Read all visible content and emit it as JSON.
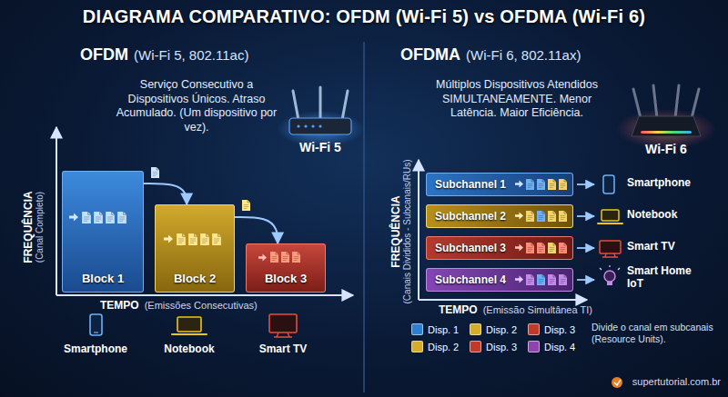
{
  "diagram": {
    "title": "DIAGRAMA COMPARATIVO: OFDM (Wi-Fi 5) vs OFDMA (Wi-Fi 6)",
    "nodes": [
      {
        "text": [
          "Block 1"
        ]
      },
      {
        "text": [
          "Block 2"
        ]
      },
      {
        "text": [
          "Block 3"
        ]
      },
      {
        "text": [
          "Subchannel 1"
        ]
      },
      {
        "text": [
          "Subchannel 2"
        ]
      },
      {
        "text": [
          "Subchannel 3"
        ]
      },
      {
        "text": [
          "Subchannel 4"
        ]
      }
    ],
    "edges": [
      {
        "from": 0,
        "to": 1,
        "arrow": "to"
      },
      {
        "from": 1,
        "to": 2,
        "arrow": "to"
      }
    ],
    "labels": [
      "OFDM",
      "(Wi-Fi 5, 802.11ac)",
      "Serviço Consecutivo a Dispositivos Únicos. Atraso Acumulado. (Um dispositivo por vez).",
      "Wi-Fi 5",
      "FREQUÊNCIA",
      "(Canal Completo)",
      "TEMPO",
      "(Emissões Consecutivas)",
      "Smartphone",
      "Notebook",
      "Smart TV",
      "OFDMA",
      "(Wi-Fi 6, 802.11ax)",
      "Múltiplos Dispositivos Atendidos SIMULTANEAMENTE. Menor Latência. Maior Eficiência.",
      "Wi-Fi 6",
      "FREQUÊNCIA",
      "(Canais Divididos - Subcanais/RUs)",
      "Smartphone",
      "Notebook",
      "Smart TV",
      "Smart Home IoT",
      "TEMPO",
      "(Emissão Simultânea TI)",
      "Divide o canal em subcanais (Resource Units).",
      "supertutorial.com.br"
    ],
    "legend": [
      {
        "text": "Disp. 1",
        "color": "#2f7fd1"
      },
      {
        "text": "Disp. 2",
        "color": "#d4ae2a"
      },
      {
        "text": "Disp. 3",
        "color": "#c0392b"
      },
      {
        "text": "Disp. 2",
        "color": "#d4ae2a"
      },
      {
        "text": "Disp. 3",
        "color": "#c0392b"
      },
      {
        "text": "Disp. 4",
        "color": "#8e44ad"
      }
    ]
  }
}
